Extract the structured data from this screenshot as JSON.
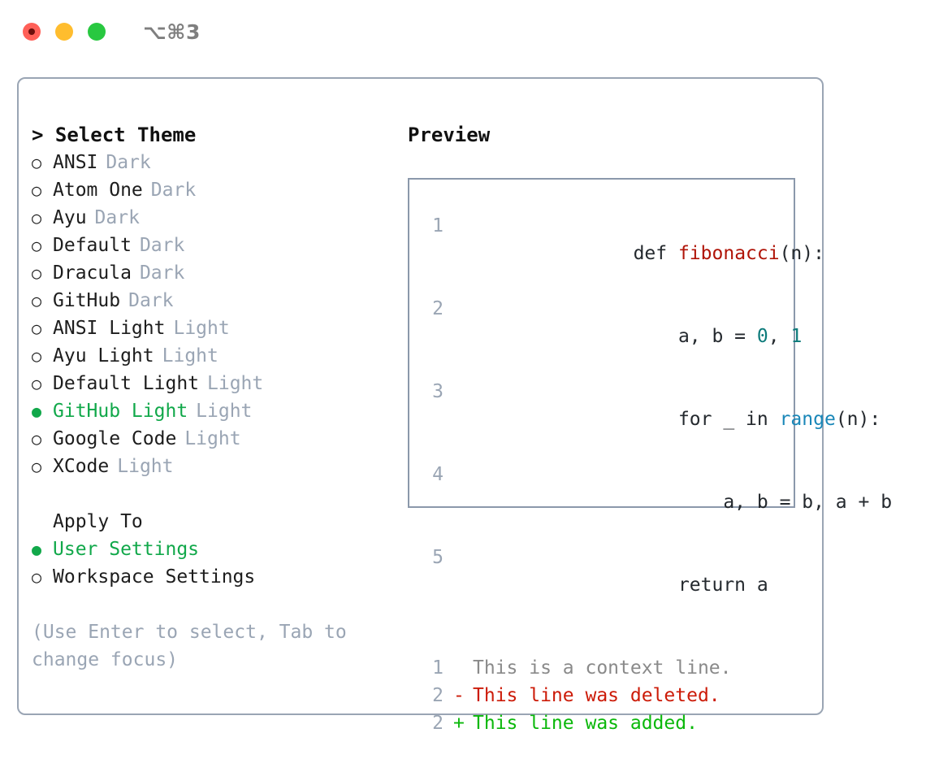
{
  "titlebar": {
    "shortcut": "⌥⌘3",
    "buttons": [
      {
        "name": "close",
        "color": "#ff6058"
      },
      {
        "name": "minimize",
        "color": "#ffbd2e"
      },
      {
        "name": "maximize",
        "color": "#28c840"
      }
    ]
  },
  "left": {
    "header": "> Select Theme",
    "themes": [
      {
        "marker": "○",
        "name": "ANSI",
        "kind": "Dark",
        "selected": false
      },
      {
        "marker": "○",
        "name": "Atom One",
        "kind": "Dark",
        "selected": false
      },
      {
        "marker": "○",
        "name": "Ayu",
        "kind": "Dark",
        "selected": false
      },
      {
        "marker": "○",
        "name": "Default",
        "kind": "Dark",
        "selected": false
      },
      {
        "marker": "○",
        "name": "Dracula",
        "kind": "Dark",
        "selected": false
      },
      {
        "marker": "○",
        "name": "GitHub",
        "kind": "Dark",
        "selected": false
      },
      {
        "marker": "○",
        "name": "ANSI Light",
        "kind": "Light",
        "selected": false
      },
      {
        "marker": "○",
        "name": "Ayu Light",
        "kind": "Light",
        "selected": false
      },
      {
        "marker": "○",
        "name": "Default Light",
        "kind": "Light",
        "selected": false
      },
      {
        "marker": "●",
        "name": "GitHub Light",
        "kind": "Light",
        "selected": true
      },
      {
        "marker": "○",
        "name": "Google Code",
        "kind": "Light",
        "selected": false
      },
      {
        "marker": "○",
        "name": "XCode",
        "kind": "Light",
        "selected": false
      }
    ],
    "apply": {
      "title": "Apply To",
      "options": [
        {
          "marker": "●",
          "label": "User Settings",
          "selected": true
        },
        {
          "marker": "○",
          "label": "Workspace Settings",
          "selected": false
        }
      ]
    },
    "hint": "(Use Enter to select, Tab to change focus)"
  },
  "right": {
    "header": "Preview",
    "code": [
      {
        "lineno": "1",
        "tokens": [
          {
            "text": "def ",
            "type": "plain"
          },
          {
            "text": "fibonacci",
            "type": "func"
          },
          {
            "text": "(n):",
            "type": "plain"
          }
        ]
      },
      {
        "lineno": "2",
        "tokens": [
          {
            "text": "    a, b = ",
            "type": "plain"
          },
          {
            "text": "0",
            "type": "num"
          },
          {
            "text": ", ",
            "type": "plain"
          },
          {
            "text": "1",
            "type": "num"
          }
        ]
      },
      {
        "lineno": "3",
        "tokens": [
          {
            "text": "    for _ in ",
            "type": "plain"
          },
          {
            "text": "range",
            "type": "built"
          },
          {
            "text": "(n):",
            "type": "plain"
          }
        ]
      },
      {
        "lineno": "4",
        "tokens": [
          {
            "text": "        a, b = b, a + b",
            "type": "plain"
          }
        ]
      },
      {
        "lineno": "5",
        "tokens": [
          {
            "text": "    return a",
            "type": "plain"
          }
        ]
      }
    ],
    "diff": [
      {
        "lineno": "1",
        "sign": " ",
        "text": "This is a context line.",
        "kind": "context"
      },
      {
        "lineno": "2",
        "sign": "-",
        "text": "This line was deleted.",
        "kind": "del"
      },
      {
        "lineno": "2",
        "sign": "+",
        "text": "This line was added.",
        "kind": "add"
      }
    ]
  },
  "colors": {
    "selected_green": "#11a84a",
    "muted": "#9aa5b4",
    "border": "#8b98ab",
    "code_func_red": "#b01408",
    "code_number_teal": "#0d7b7b",
    "code_builtin_blue": "#1a87b8",
    "diff_add_green": "#0bb80b",
    "diff_del_red": "#cc1b08",
    "diff_context_gray": "#8a8a8a"
  }
}
